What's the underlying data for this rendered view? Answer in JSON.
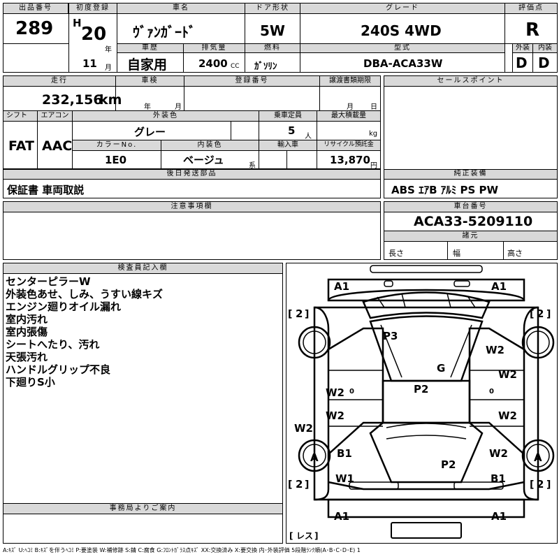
{
  "labels": {
    "lot_no": "出品番号",
    "first_reg": "初度登録",
    "car_name": "車名",
    "door": "ドア形状",
    "grade": "グレード",
    "score": "評価点",
    "history": "車歴",
    "displacement": "排気量",
    "fuel": "燃料",
    "model": "型式",
    "exterior": "外装",
    "interior": "内装",
    "mileage": "走行",
    "inspection": "車検",
    "reg_no": "登録番号",
    "transfer_deadline": "譲渡書類期限",
    "sales_point": "セールスポイント",
    "shift": "シフト",
    "aircon": "エアコン",
    "ext_color": "外装色",
    "capacity": "乗車定員",
    "max_load": "最大積載量",
    "color_no": "カラーNo.",
    "int_color": "内装色",
    "import": "輸入車",
    "recycle": "リサイクル預託金",
    "later_parts": "後日発送部品",
    "genuine": "純正装備",
    "notes": "注意事項欄",
    "chassis": "車台番号",
    "specs": "諸元",
    "length": "長さ",
    "width": "幅",
    "height": "高さ",
    "inspector": "検査員記入欄",
    "office": "事務局よりご案内"
  },
  "units": {
    "month": "月",
    "year": "年",
    "day": "日",
    "cc": "CC",
    "km": "km",
    "person": "人",
    "kg": "kg",
    "series": "系",
    "yen": "円"
  },
  "vehicle": {
    "lot_no": "289",
    "era": "H",
    "year": "20",
    "month": "11",
    "name": "ｳﾞｧﾝｶﾞｰﾄﾞ",
    "doors": "5W",
    "grade": "240S 4WD",
    "score": "R",
    "history": "自家用",
    "displacement": "2400",
    "fuel": "ｶﾞｿﾘﾝ",
    "model": "DBA-ACA33W",
    "ext_grade": "D",
    "int_grade": "D",
    "mileage": "232,156",
    "shift": "FAT",
    "aircon": "AAC",
    "ext_color": "グレー",
    "capacity": "5",
    "color_no": "1E0",
    "int_color": "ベージュ",
    "recycle": "13,870",
    "later_parts": "保証書 車両取説",
    "genuine": "ABS ｴｱB ｱﾙﾐ PS PW",
    "chassis_no": "ACA33-5209110"
  },
  "remarks": [
    "センターピラーW",
    "外装色あせ、しみ、うすい線キズ",
    "エンジン廻りオイル漏れ",
    "室内汚れ",
    "室内張傷",
    "シートへたり、汚れ",
    "天張汚れ",
    "ハンドルグリップ不良",
    "下廻りS小"
  ],
  "damage": {
    "front_left": "A1",
    "front_right": "A1",
    "rear_left": "A1",
    "rear_right": "A1",
    "fender_fl": "2",
    "fender_fr": "2",
    "fender_rl": "2",
    "fender_rr": "2",
    "roof": "P3",
    "glass": "G",
    "center": "P2",
    "rear": "P2",
    "w2_front_right": "W2",
    "w2_right_door": "W2",
    "w2_left_door": "W2",
    "w2_left_rear_door": "W2",
    "w2_right_rear_door": "W2",
    "w2_left_quarter": "W2",
    "w2_right_quarter": "W2",
    "wheel_left": "A",
    "wheel_right": "A",
    "b1_left_upper": "B1",
    "w1_left": "W1",
    "b1_right": "B1",
    "door_zero_left": "0",
    "door_zero_right": "0",
    "rear_label": "レス"
  },
  "legend": "A:ｷｽﾞ U:ﾍｺﾐ B:ｷｽﾞを伴うﾍｺﾐ P:要塗装 W:補修跡 S:錆 C:腐食 G:ﾌﾛﾝﾄｶﾞﾗｽ点ｷｽﾞ XX:交換済み X:要交換 内･外装評価 5段階ﾗﾝｸ順(A･B･C･D･E) 1"
}
